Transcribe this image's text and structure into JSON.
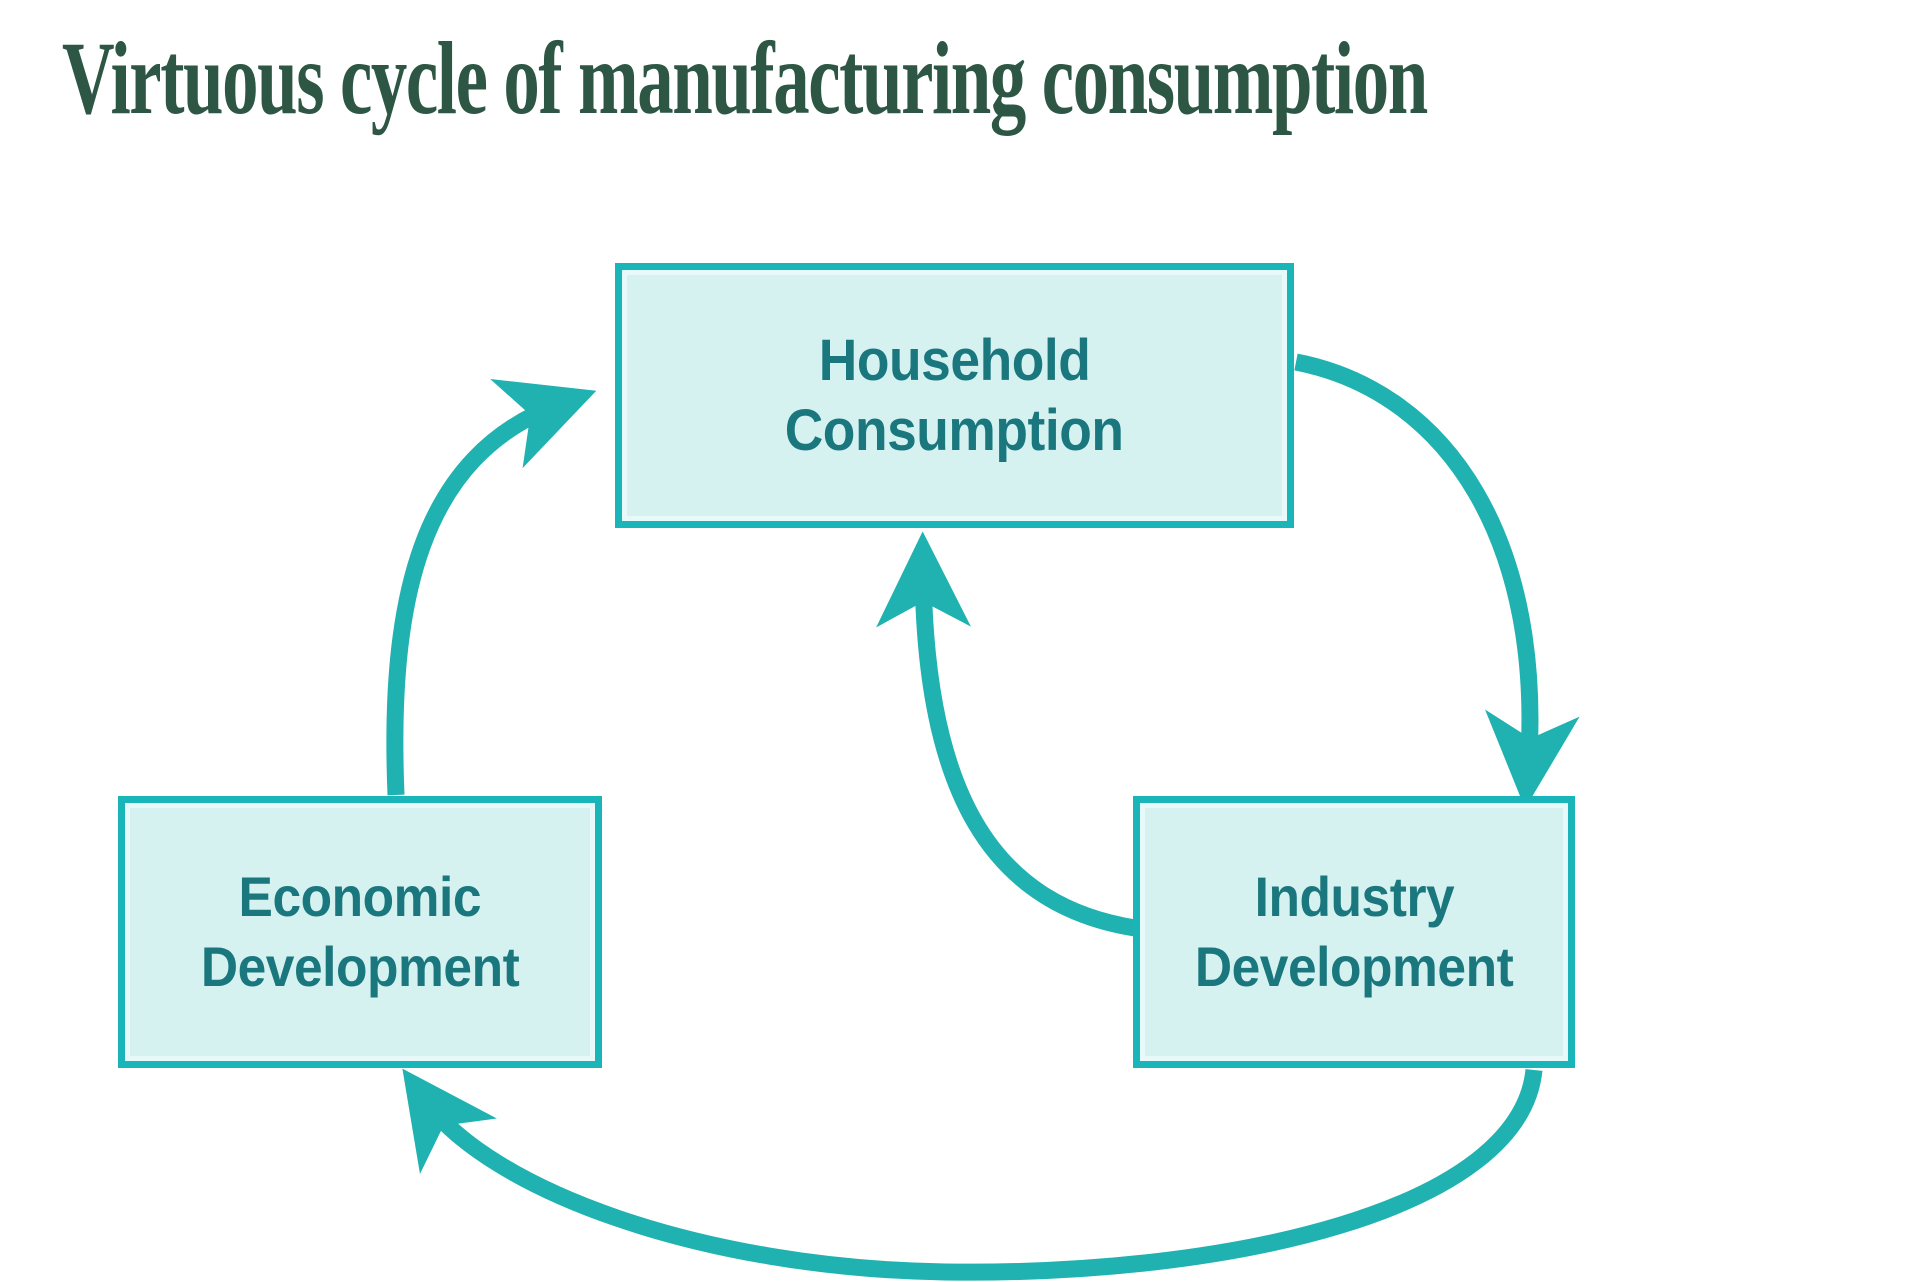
{
  "title": "Virtuous cycle of manufacturing consumption",
  "colors": {
    "title_green": "#2d5744",
    "border_teal": "#1ab5b8",
    "box_fill": "#d5f2f1",
    "box_inner_highlight": "#e7faf9",
    "text_teal": "#1a777e",
    "arrow_teal": "#20b2b0",
    "background": "#ffffff"
  },
  "diagram": {
    "type": "cycle",
    "nodes": [
      {
        "id": "household",
        "line1": "Household",
        "line2": "Consumption"
      },
      {
        "id": "economic",
        "line1": "Economic",
        "line2": "Development"
      },
      {
        "id": "industry",
        "line1": "Industry",
        "line2": "Development"
      }
    ],
    "arrows": [
      {
        "id": "household-to-industry",
        "from": "household",
        "to": "industry",
        "shape": "arc-right-clockwise"
      },
      {
        "id": "industry-to-economic",
        "from": "industry",
        "to": "economic",
        "shape": "arc-bottom-clockwise"
      },
      {
        "id": "economic-to-household",
        "from": "economic",
        "to": "household",
        "shape": "arc-left-clockwise"
      },
      {
        "id": "industry-to-household",
        "from": "industry",
        "to": "household",
        "shape": "arc-center-upward"
      }
    ]
  }
}
